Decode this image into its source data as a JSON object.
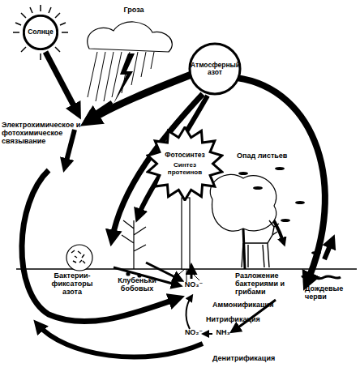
{
  "diagram": {
    "nodes": [
      {
        "text": [
          "Солнце"
        ]
      },
      {
        "text": [
          "Атмосферный азот"
        ]
      },
      {
        "text": [
          "Фотосинтез",
          "Синтез протеинов"
        ]
      }
    ],
    "labels": [
      "Гроза",
      "Электрохимическое и фотохимическое связывание",
      "Опад листьев",
      "Бактерии-фиксаторы азота",
      "Клубеньки бобовых",
      "NO₃⁻",
      "Разложение бактериями и грибами",
      "Дождевые черви",
      "Аммонификация",
      "Нитрификация",
      "NO₂⁻",
      "NH₃",
      "Денитрификация"
    ]
  }
}
